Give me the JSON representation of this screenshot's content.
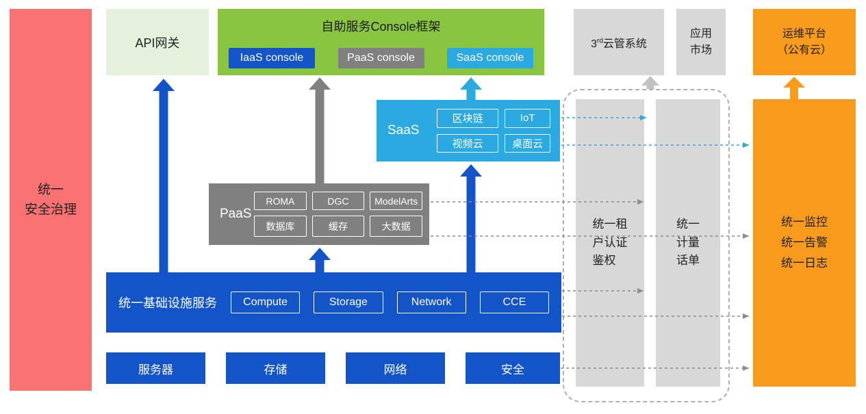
{
  "colors": {
    "blue": "#1355C8",
    "cyan": "#2BAAE2",
    "green": "#8AC541",
    "light_green": "#E4F1DC",
    "gray": "#808080",
    "light_gray": "#D8D8D8",
    "red": "#F97373",
    "orange": "#F89A1C"
  },
  "left": {
    "security_bar": "统一\n安全治理"
  },
  "top": {
    "api_gateway": "API网关",
    "console": {
      "title": "自助服务Console框架",
      "iaas": "IaaS console",
      "paas": "PaaS console",
      "saas": "SaaS console"
    },
    "third_party": {
      "prefix": "3",
      "sup": "rd",
      "suffix": "云管系统"
    },
    "app_market": "应用\n市场",
    "ops_platform": "运维平台\n（公有云）"
  },
  "saas": {
    "label": "SaaS",
    "items": [
      "区块链",
      "IoT",
      "视频云",
      "桌面云"
    ]
  },
  "paas": {
    "label": "PaaS",
    "items": [
      "ROMA",
      "DGC",
      "ModelArts",
      "数据库",
      "缓存",
      "大数据"
    ]
  },
  "infra": {
    "label": "统一基础设施服务",
    "items": [
      "Compute",
      "Storage",
      "Network",
      "CCE"
    ]
  },
  "hardware": [
    "服务器",
    "存储",
    "网络",
    "安全"
  ],
  "right": {
    "auth_bar": "统一租\n户认证\n鉴权",
    "metering_bar": "统一\n计量\n话单",
    "monitor_bar": "统一监控\n统一告警\n统一日志"
  }
}
